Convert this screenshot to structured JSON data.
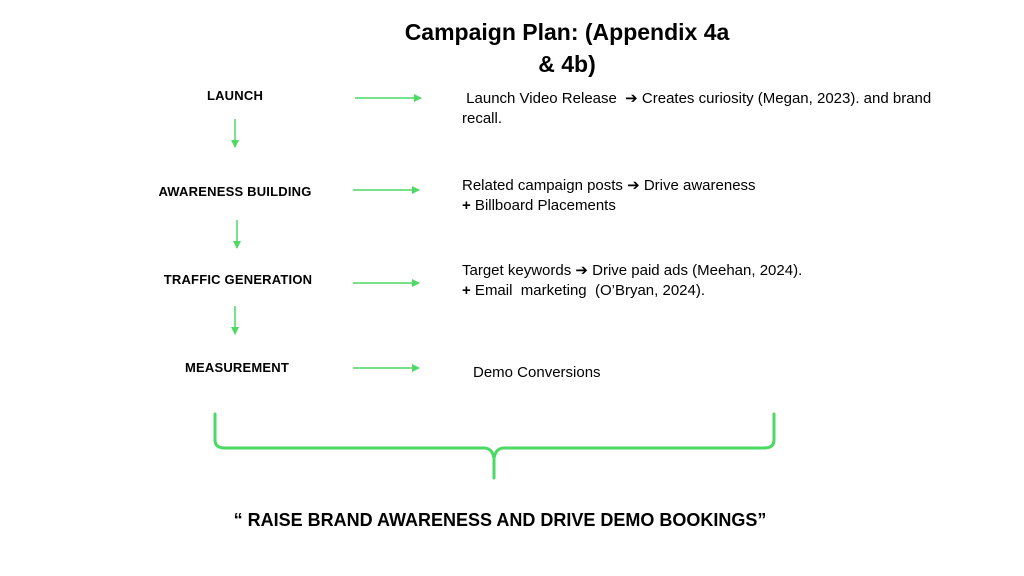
{
  "title_line1": "Campaign Plan: (Appendix 4a",
  "title_line2": "& 4b)",
  "accent_color": "#4cd964",
  "stages": [
    {
      "label": "LAUNCH",
      "line1": " Launch Video Release  ➔ Creates curiosity (Megan, 2023). and brand",
      "line2": "recall."
    },
    {
      "label": "AWARENESS BUILDING",
      "line1": "Related campaign posts ➔ Drive awareness",
      "plus": "+",
      "line2": " Billboard Placements"
    },
    {
      "label": "TRAFFIC GENERATION",
      "line1": "Target keywords ➔ Drive paid ads (Meehan, 2024).",
      "plus": "+",
      "line2": " Email  marketing  (O’Bryan, 2024)."
    },
    {
      "label": "MEASUREMENT",
      "line1": "Demo Conversions"
    }
  ],
  "tagline": "“ RAISE BRAND AWARENESS AND DRIVE DEMO BOOKINGS”"
}
